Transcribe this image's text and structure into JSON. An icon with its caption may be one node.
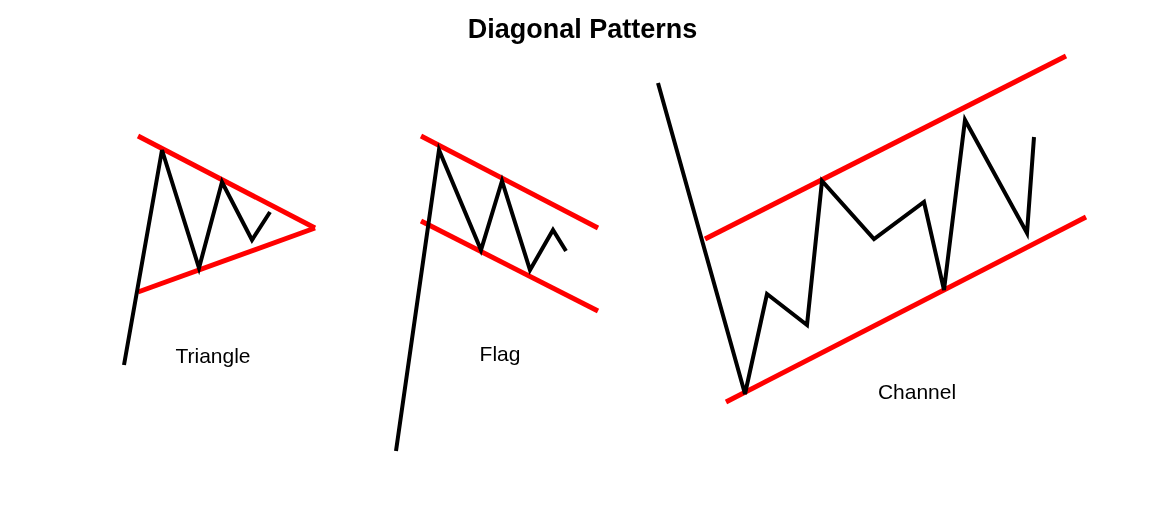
{
  "diagram": {
    "title": "Diagonal Patterns",
    "labels": [
      "Triangle",
      "Flag",
      "Channel"
    ]
  }
}
